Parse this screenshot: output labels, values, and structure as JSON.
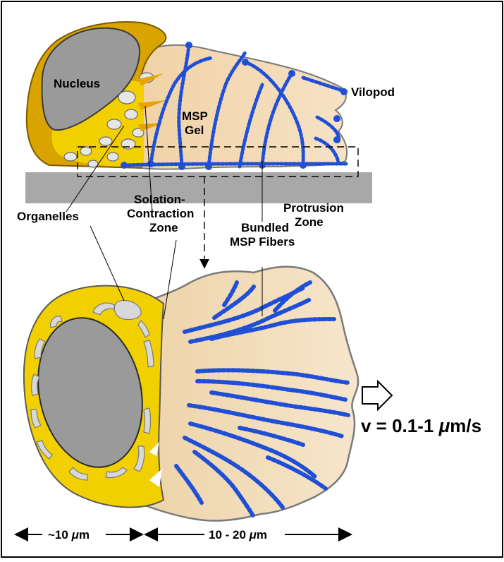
{
  "labels": {
    "nucleus": "Nucleus",
    "msp_gel_1": "MSP",
    "msp_gel_2": "Gel",
    "vilopod": "Vilopod",
    "organelles": "Organelles",
    "solation_1": "Solation-",
    "solation_2": "Contraction",
    "solation_3": "Zone",
    "bundled_1": "Bundled",
    "bundled_2": "MSP Fibers",
    "protrusion_1": "Protrusion",
    "protrusion_2": "Zone",
    "velocity_prefix": "v = 0.1-1 ",
    "velocity_unit_mu": "μ",
    "velocity_unit_rest": "m/s",
    "scale_left_prefix": "~10 ",
    "scale_left_mu": "μ",
    "scale_left_unit": "m",
    "scale_right_prefix": "10 - 20 ",
    "scale_right_mu": "μ",
    "scale_right_unit": "m"
  },
  "colors": {
    "cell_body": "#F3D9B1",
    "cell_outline": "#7A7A7A",
    "yellow_zone": "#F2D000",
    "yellow_side": "#D9A300",
    "nucleus": "#9A9A9A",
    "substrate": "#A8A8A8",
    "fiber": "#1F4FD6",
    "frame": "#000000"
  }
}
